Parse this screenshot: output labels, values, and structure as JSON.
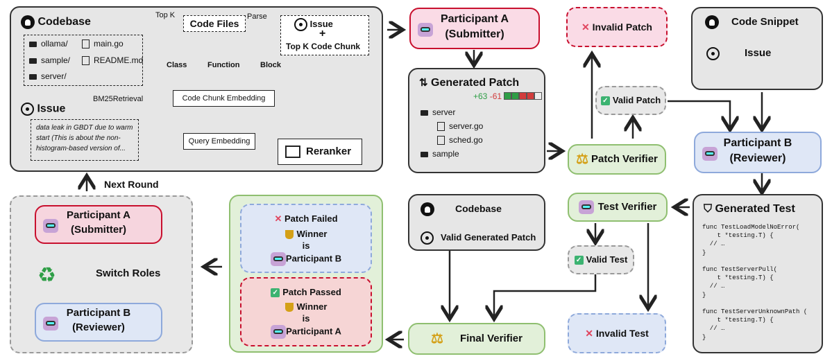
{
  "retrieval": {
    "codebase_title": "Codebase",
    "folders": [
      "ollama/",
      "sample/",
      "server/"
    ],
    "files": [
      "main.go",
      "README.md"
    ],
    "bm25": "BM25Retrieval",
    "topk": "Top K",
    "parse": "Parse",
    "code_files": "Code Files",
    "issue_plus": "Issue",
    "plus": "+",
    "topk_chunk": "Top K Code Chunk",
    "chunk_types": [
      "Class",
      "Function",
      "Block"
    ],
    "chunk_embedding": "Code Chunk Embedding",
    "issue_title": "Issue",
    "issue_text": [
      "data leak in GBDT due to warm",
      "start (This is about the non-",
      "histogram-based version of..."
    ],
    "query_embedding": "Query Embedding",
    "reranker": "Reranker"
  },
  "next_round": "Next Round",
  "participant_a": {
    "name": "Participant A",
    "role": "(Submitter)"
  },
  "participant_b": {
    "name": "Participant B",
    "role": "(Reviewer)"
  },
  "generated_patch": {
    "title": "Generated Patch",
    "added": "+63",
    "removed": "-61",
    "tree": [
      {
        "kind": "folder",
        "name": "server"
      },
      {
        "kind": "file",
        "name": "server.go"
      },
      {
        "kind": "file",
        "name": "sched.go"
      },
      {
        "kind": "folder",
        "name": "sample"
      }
    ]
  },
  "invalid_patch": "Invalid Patch",
  "valid_patch": "Valid Patch",
  "patch_verifier": "Patch Verifier",
  "code_snippet": "Code Snippet",
  "issue_label": "Issue",
  "generated_test": {
    "title": "Generated Test",
    "code": [
      "func TestLoadModelNoError(",
      "    t *testing.T) {",
      "  // …",
      "}",
      "",
      "func TestServerPull(",
      "    t *testing.T) {",
      "  // …",
      "}",
      "",
      "func TestServerUnknownPath (",
      "    t *testing.T) {",
      "  // …",
      "}"
    ]
  },
  "test_verifier": "Test Verifier",
  "valid_test": "Valid Test",
  "invalid_test": "Invalid Test",
  "codebase2": "Codebase",
  "valid_generated_patch": "Valid Generated Patch",
  "final_verifier": "Final Verifier",
  "patch_failed": {
    "label": "Patch Failed",
    "winner": "Winner",
    "is": "is",
    "who": "Participant B"
  },
  "patch_passed": {
    "label": "Patch Passed",
    "winner": "Winner",
    "is": "is",
    "who": "Participant A"
  },
  "switch_roles": "Switch Roles",
  "colors": {
    "red": "#c8102e",
    "blue": "#8ea9db",
    "green": "#8fbf70",
    "gray": "#e6e6e6"
  }
}
